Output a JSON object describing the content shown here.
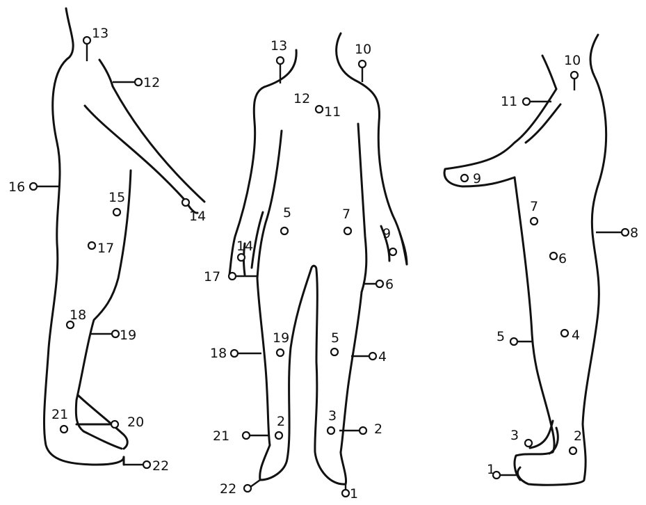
{
  "figure": {
    "line_color": "#111111",
    "background": "#ffffff"
  },
  "views": [
    {
      "view": "left-side",
      "labels": [
        "13",
        "12",
        "16",
        "15",
        "14",
        "17",
        "18",
        "19",
        "21",
        "20",
        "22"
      ]
    },
    {
      "view": "back",
      "labels": [
        "13",
        "10",
        "12",
        "11",
        "5",
        "7",
        "14",
        "9",
        "17",
        "6",
        "18",
        "19",
        "5",
        "4",
        "21",
        "2",
        "3",
        "2",
        "22",
        "1"
      ]
    },
    {
      "view": "right-side",
      "labels": [
        "10",
        "11",
        "9",
        "7",
        "8",
        "6",
        "5",
        "4",
        "3",
        "2",
        "1"
      ]
    }
  ]
}
